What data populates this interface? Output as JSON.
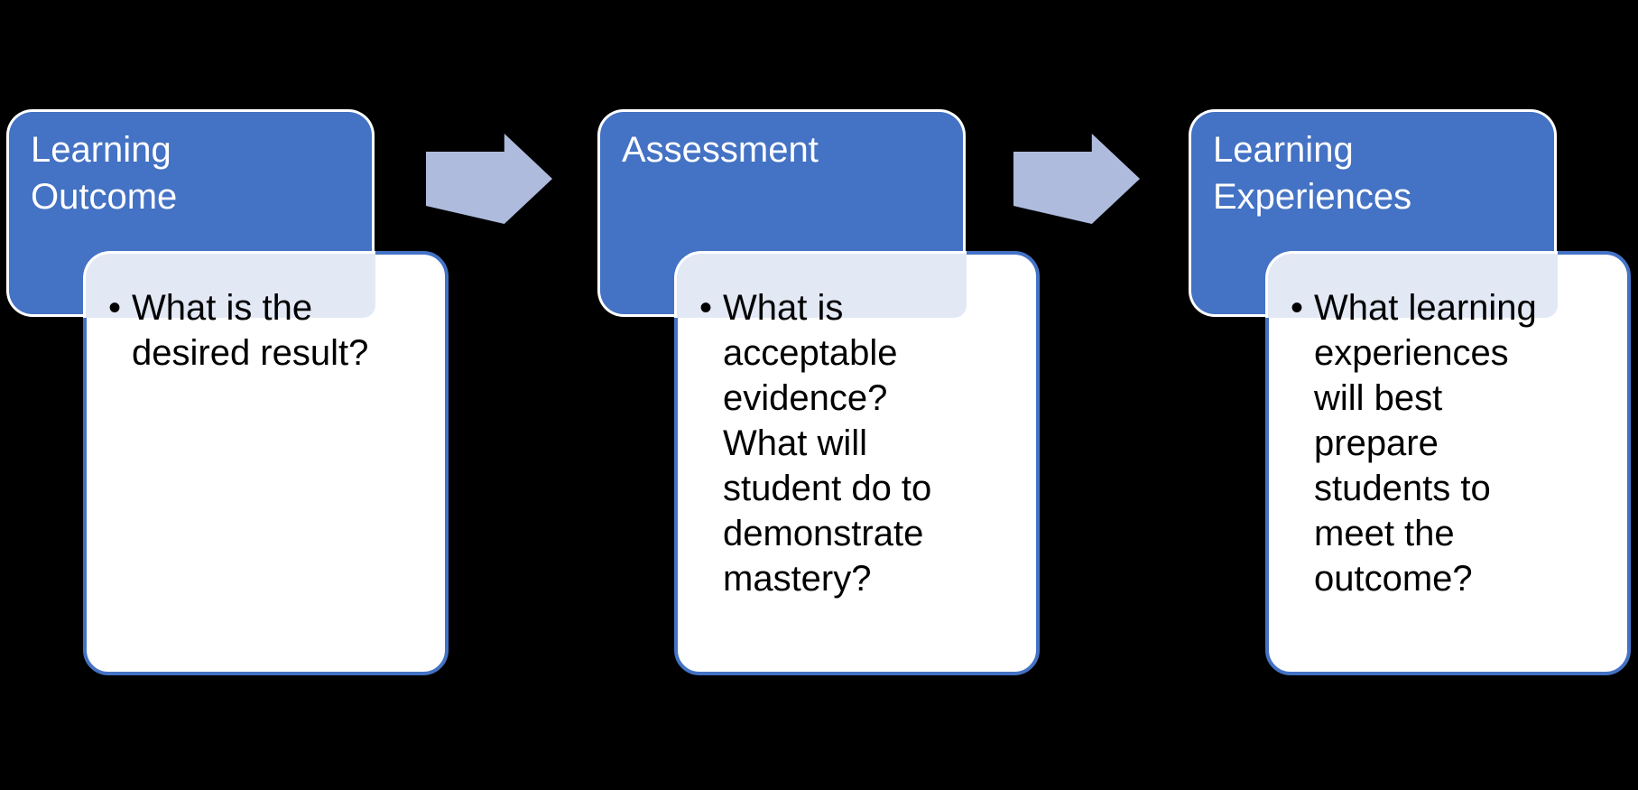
{
  "colors": {
    "background": "#000000",
    "stage_box_fill": "#4472C4",
    "stage_box_outline": "#FFFFFF",
    "card_fill": "#FFFFFF",
    "card_border": "#4472C4",
    "card_overlap_tint": "#E3E8F5",
    "arrow_fill": "#AEBBDD",
    "title_text": "#FFFFFF",
    "body_text": "#000000"
  },
  "diagram": {
    "type": "process-flow",
    "bullet_glyph": "•",
    "groups": [
      {
        "title": "Learning\nOutcome",
        "bullet": "What is the\ndesired result?"
      },
      {
        "title": "Assessment",
        "bullet": "What is\nacceptable\nevidence?\nWhat will\nstudent do to\ndemonstrate\nmastery?"
      },
      {
        "title": "Learning\nExperiences",
        "bullet": "What learning\nexperiences\nwill best\nprepare\nstudents to\nmeet the\noutcome?"
      }
    ]
  }
}
